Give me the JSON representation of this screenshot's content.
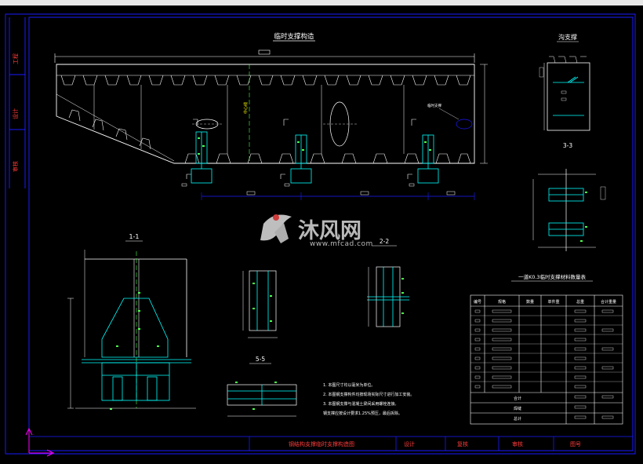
{
  "titles": {
    "main_elevation": "临时支撑构造",
    "right_top": "沟支撑",
    "section_1_1": "1-1",
    "section_2_2": "2-2",
    "section_3_3": "3-3",
    "section_5_5": "5-5",
    "table_title": "一道K0.3临时支撑材料数量表"
  },
  "watermark": {
    "brand": "沐风网",
    "url": "www.mfcad.com"
  },
  "side_labels": [
    "工程",
    "设计",
    "审核"
  ],
  "table": {
    "headers": [
      "编号",
      "规格",
      "数量",
      "单件重",
      "总重",
      "合计重量"
    ],
    "summary_rows": [
      "合计",
      "焊缝",
      "总计"
    ]
  },
  "notes": [
    "1. 本图尺寸均以毫米为单位。",
    "2. 本图钢支撑构件均按现场实际尺寸进行加工安装。",
    "3. 本图钢支撑与混凝土梁间采用螺栓连接。",
    "   钢支撑应按设计要求1.25%预压，最后拆除。"
  ],
  "title_block": {
    "drawing_name": "钢结构支撑临时支撑构造图",
    "design": "设计",
    "review": "复核",
    "audit": "审核",
    "drawing_no": "图号"
  },
  "colors": {
    "frame_blue": "#1a1aff",
    "line_white": "#ffffff",
    "cyan": "#00ffff",
    "green": "#4cff4c",
    "red": "#ff3b3b",
    "yellow": "#ffff00",
    "magenta": "#ff00ff"
  }
}
